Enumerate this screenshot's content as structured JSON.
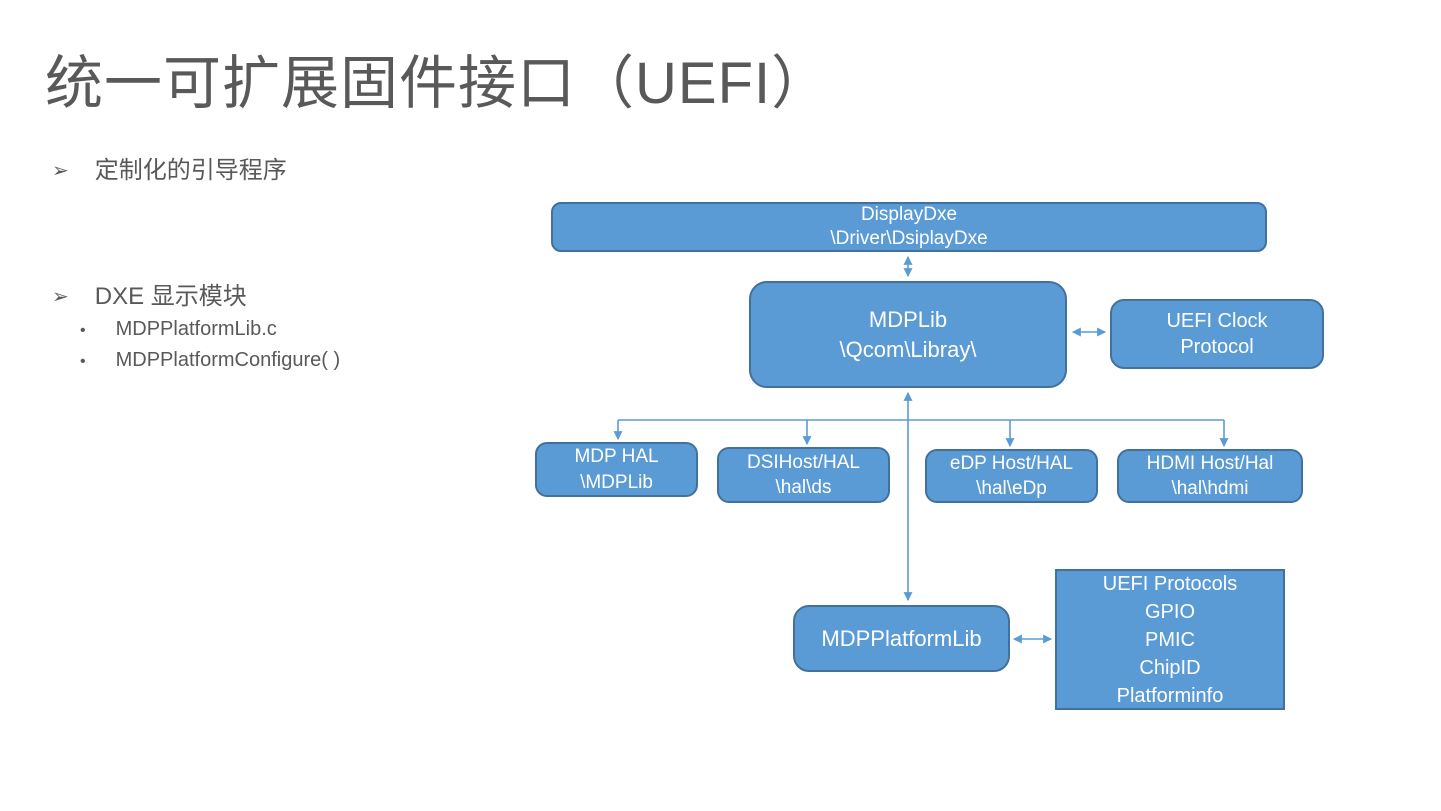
{
  "slide": {
    "title": "统一可扩展固件接口（UEFI）",
    "bullet_marker": "➢",
    "sub_bullet_marker": "•",
    "bullets": [
      {
        "level": 1,
        "text": "定制化的引导程序"
      },
      {
        "level": 1,
        "text": "DXE 显示模块"
      },
      {
        "level": 2,
        "text": "MDPPlatformLib.c"
      },
      {
        "level": 2,
        "text": "MDPPlatformConfigure( )"
      }
    ]
  },
  "diagram": {
    "nodes": {
      "display_dxe": {
        "line1": "DisplayDxe",
        "line2": "\\Driver\\DsiplayDxe"
      },
      "mdplib": {
        "line1": "MDPLib",
        "line2": "\\Qcom\\Libray\\"
      },
      "uefi_clock": {
        "line1": "UEFI Clock",
        "line2": "Protocol"
      },
      "mdp_hal": {
        "line1": "MDP HAL",
        "line2": "\\MDPLib"
      },
      "dsi_host": {
        "line1": "DSIHost/HAL",
        "line2": "\\hal\\ds"
      },
      "edp_host": {
        "line1": "eDP Host/HAL",
        "line2": "\\hal\\eDp"
      },
      "hdmi_host": {
        "line1": "HDMI Host/Hal",
        "line2": "\\hal\\hdmi"
      },
      "mdp_platform_lib": {
        "line1": "MDPPlatformLib"
      },
      "uefi_protocols": {
        "lines": [
          "UEFI Protocols",
          "GPIO",
          "PMIC",
          "ChipID",
          "Platforminfo"
        ]
      }
    }
  },
  "colors": {
    "box_fill": "#5B9BD5",
    "box_border": "#41719C",
    "connector": "#5B9BD5",
    "title_text": "#595959",
    "body_text": "#595959",
    "box_text": "#FFFFFF"
  }
}
